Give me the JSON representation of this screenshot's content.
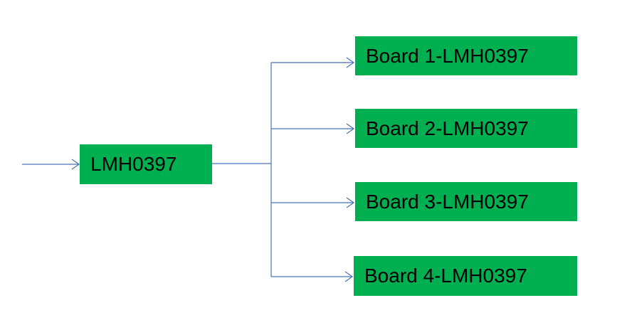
{
  "colors": {
    "box_fill": "#00b050",
    "connector_line": "#4a72b8",
    "text": "#000000"
  },
  "source": {
    "label": "LMH0397"
  },
  "boards": [
    {
      "label": "Board 1-LMH0397"
    },
    {
      "label": "Board 2-LMH0397"
    },
    {
      "label": "Board 3-LMH0397"
    },
    {
      "label": "Board 4-LMH0397"
    }
  ]
}
